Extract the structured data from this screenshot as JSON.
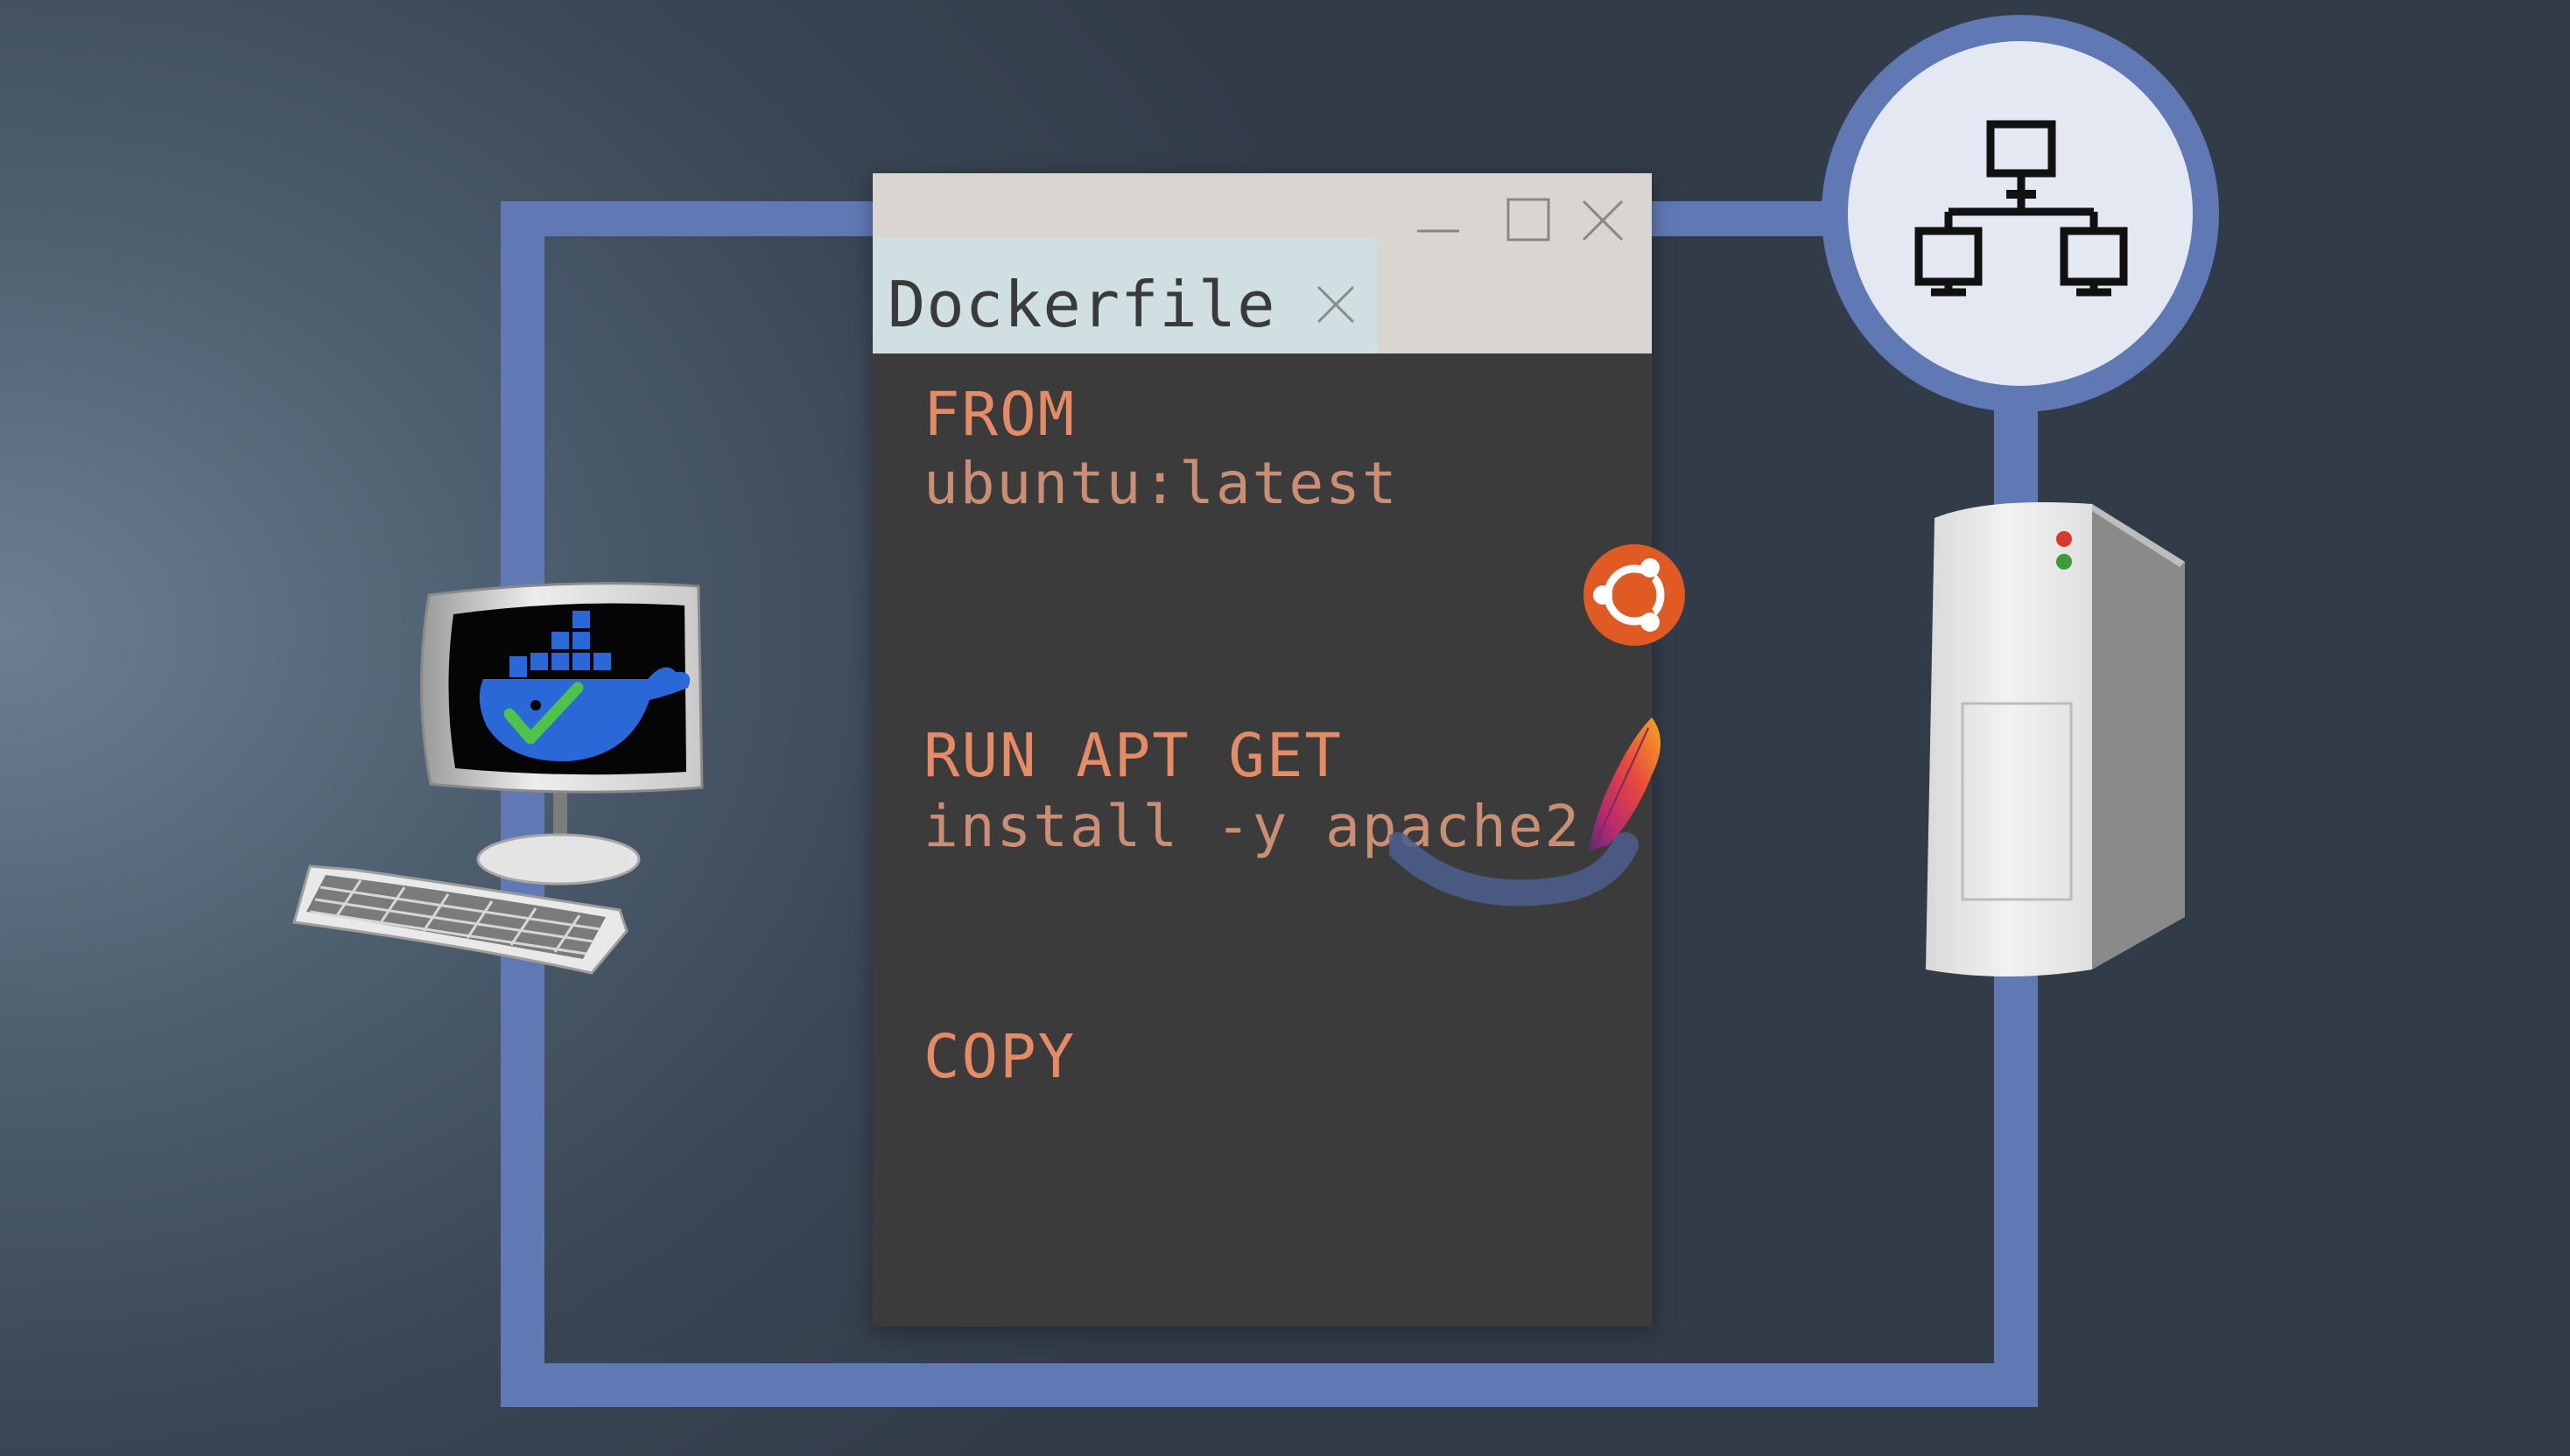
{
  "window": {
    "tab_title": "Dockerfile",
    "controls": [
      "minimize-icon",
      "maximize-icon",
      "close-icon"
    ]
  },
  "code": [
    {
      "keyword": "FROM",
      "argument": "ubuntu:latest"
    },
    {
      "keyword": "RUN APT GET",
      "argument": "install -y apache2"
    },
    {
      "keyword": "COPY",
      "argument": ""
    }
  ],
  "icons": [
    "monitor-icon",
    "docker-whale-icon",
    "checkmark-icon",
    "keyboard-icon",
    "ubuntu-logo-icon",
    "apache-feather-icon",
    "network-icon",
    "server-tower-icon"
  ],
  "colors": {
    "frame": "#6079b5",
    "editor_bg": "#3b3b3b",
    "code_keyword": "#e58b66",
    "ubuntu_orange": "#e05a24",
    "network_circle": "#e3e8f3"
  }
}
